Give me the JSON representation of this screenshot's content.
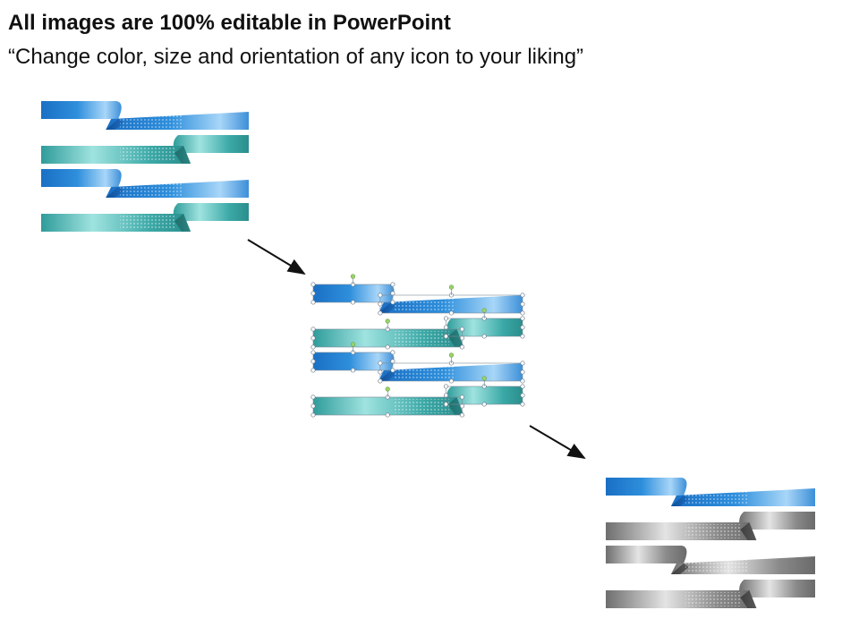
{
  "slide": {
    "title": "All images are 100% editable in PowerPoint",
    "subtitle": "“Change color, size and orientation of any icon to your liking”"
  },
  "colors": {
    "blue": "#2a86d6",
    "teal": "#3aa8a6",
    "gray": "#8a8a8a",
    "selection_handle": "#ffffff",
    "rotate_handle": "#9ad36a",
    "arrow": "#111111"
  },
  "groups": [
    {
      "name": "original-banners",
      "state": "plain",
      "ribbons": [
        {
          "color": "blue",
          "fold": "left"
        },
        {
          "color": "teal",
          "fold": "right"
        },
        {
          "color": "blue",
          "fold": "left"
        },
        {
          "color": "teal",
          "fold": "right"
        }
      ]
    },
    {
      "name": "selected-banners",
      "state": "selected",
      "ribbons": [
        {
          "color": "blue",
          "fold": "left"
        },
        {
          "color": "teal",
          "fold": "right"
        },
        {
          "color": "blue",
          "fold": "left"
        },
        {
          "color": "teal",
          "fold": "right"
        }
      ]
    },
    {
      "name": "recolored-banners",
      "state": "plain",
      "ribbons": [
        {
          "color": "blue",
          "fold": "left"
        },
        {
          "color": "gray",
          "fold": "right"
        },
        {
          "color": "gray",
          "fold": "left"
        },
        {
          "color": "gray",
          "fold": "right"
        }
      ]
    }
  ],
  "arrows": [
    {
      "name": "arrow-to-selected"
    },
    {
      "name": "arrow-to-recolored"
    }
  ]
}
